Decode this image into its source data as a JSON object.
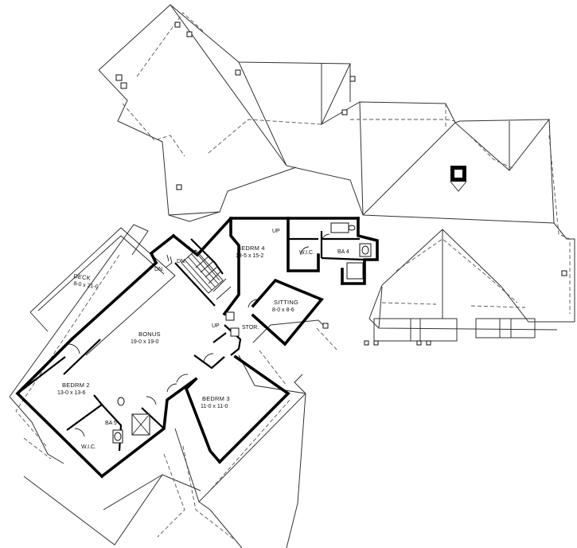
{
  "rooms": {
    "deck": {
      "name": "DECK",
      "size": "8-0 x 21-0"
    },
    "bonus": {
      "name": "BONUS",
      "size": "19-0 x 19-0"
    },
    "bedrm4": {
      "name": "BEDRM 4",
      "size": "13-5 x 15-2"
    },
    "sitting": {
      "name": "SITTING",
      "size": "8-0 x 8-6"
    },
    "bedrm2": {
      "name": "BEDRM 2",
      "size": "13-0 x 13-6"
    },
    "bedrm3": {
      "name": "BEDRM 3",
      "size": "11-0 x 11-0"
    },
    "ba4": {
      "name": "BA 4"
    },
    "ba5": {
      "name": "BA 5"
    },
    "wic_a": {
      "name": "W.I.C."
    },
    "wic_b": {
      "name": "W.I.C."
    },
    "stor": {
      "name": "STOR."
    }
  },
  "stairs": {
    "dn1": "DN.",
    "dn2": "DN.",
    "up1": "UP",
    "up2": "UP"
  }
}
